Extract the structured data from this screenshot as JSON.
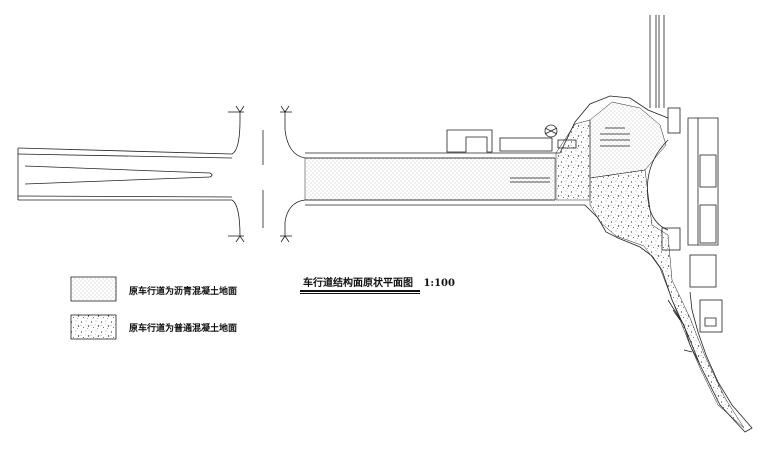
{
  "drawing": {
    "title": "车行道结构面原状平面图",
    "scale": "1:100"
  },
  "legend": [
    {
      "pattern": "asphalt-dots",
      "label": "原车行道为沥青混凝土地面"
    },
    {
      "pattern": "concrete-speckle",
      "label": "原车行道为普通混凝土地面"
    }
  ],
  "colors": {
    "line": "#222222",
    "background": "#ffffff"
  }
}
